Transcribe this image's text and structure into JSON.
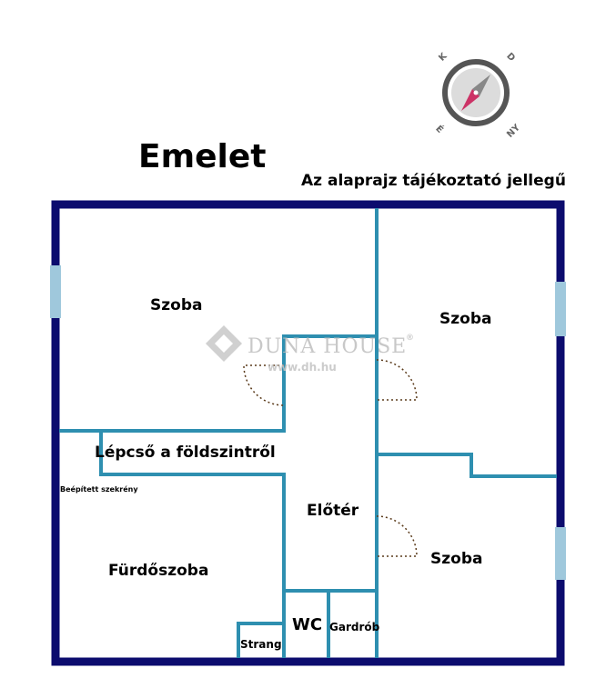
{
  "title": "Emelet",
  "subtitle": "Az alaprajz tájékoztató jellegű",
  "compass": {
    "letters": [
      "K",
      "D",
      "NY",
      "É"
    ]
  },
  "watermark": {
    "name": "DUNA HOUSE",
    "reg": "®",
    "url": "www.dh.hu"
  },
  "rooms": {
    "szoba_top_left": "Szoba",
    "szoba_top_right": "Szoba",
    "szoba_bottom_right": "Szoba",
    "lepcso": "Lépcső a földszintről",
    "beepitett": "Beépített szekrény",
    "eloter": "Előtér",
    "furdoszoba": "Fürdőszoba",
    "wc": "WC",
    "gardrob": "Gardrób",
    "strang": "Strang"
  },
  "colors": {
    "outer_wall": "#0c0c6e",
    "inner_wall": "#2e8fb0",
    "window": "#9fc8dc"
  }
}
